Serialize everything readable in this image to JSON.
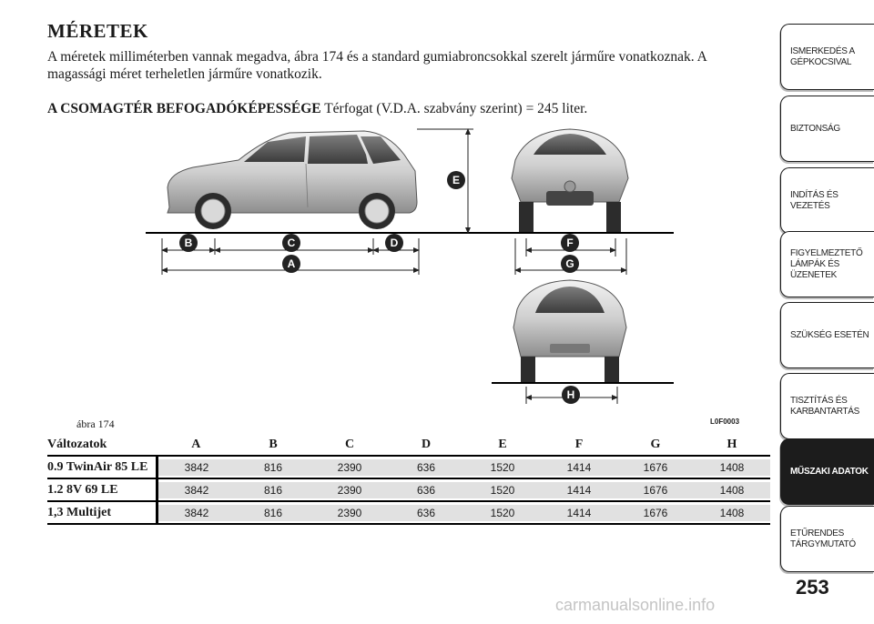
{
  "heading": "MÉRETEK",
  "intro": "A méretek milliméterben vannak megadva, ábra 174 és a standard gumiabroncsokkal szerelt járműre vonatkoznak. A magassági méret terheletlen járműre vonatkozik.",
  "luggage": {
    "label": "A CSOMAGTÉR BEFOGADÓKÉPESSÉGE",
    "text": " Térfogat (V.D.A. szabvány szerint) = 245 liter."
  },
  "figure": {
    "caption": "ábra 174",
    "code": "L0F0003",
    "markers": {
      "a": "A",
      "b": "B",
      "c": "C",
      "d": "D",
      "e": "E",
      "f": "F",
      "g": "G",
      "h": "H"
    }
  },
  "table": {
    "header": [
      "Változatok",
      "A",
      "B",
      "C",
      "D",
      "E",
      "F",
      "G",
      "H"
    ],
    "rows": [
      {
        "name": "0.9 TwinAir 85 LE",
        "values": [
          "3842",
          "816",
          "2390",
          "636",
          "1520",
          "1414",
          "1676",
          "1408"
        ]
      },
      {
        "name": "1.2 8V 69 LE",
        "values": [
          "3842",
          "816",
          "2390",
          "636",
          "1520",
          "1414",
          "1676",
          "1408"
        ]
      },
      {
        "name": "1,3 Multijet",
        "values": [
          "3842",
          "816",
          "2390",
          "636",
          "1520",
          "1414",
          "1676",
          "1408"
        ]
      }
    ]
  },
  "sidebar": {
    "tabs": [
      {
        "label": "ISMERKEDÉS A GÉPKOCSIVAL",
        "active": false
      },
      {
        "label": "BIZTONSÁG",
        "active": false
      },
      {
        "label": "INDÍTÁS ÉS VEZETÉS",
        "active": false
      },
      {
        "label": "FIGYELMEZTETŐ LÁMPÁK ÉS ÜZENETEK",
        "active": false
      },
      {
        "label": "SZÜKSÉG ESETÉN",
        "active": false
      },
      {
        "label": "TISZTÍTÁS ÉS KARBANTARTÁS",
        "active": false
      },
      {
        "label": "MŰSZAKI ADATOK",
        "active": true
      },
      {
        "label": "ETŰRENDES TÁRGYMUTATÓ",
        "active": false
      }
    ]
  },
  "page_number": "253",
  "watermark": "carmanualsonline.info"
}
